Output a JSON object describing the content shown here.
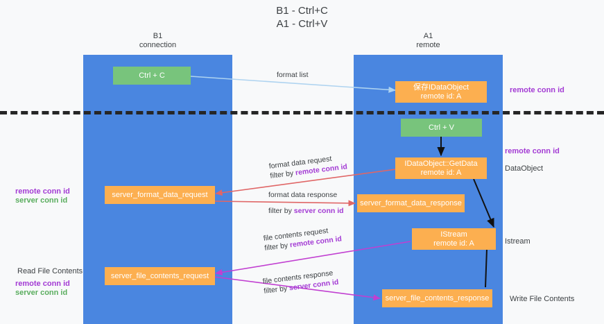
{
  "title": {
    "line1": "B1 - Ctrl+C",
    "line2": "A1 - Ctrl+V"
  },
  "columns": {
    "left": {
      "name": "B1",
      "role": "connection"
    },
    "right": {
      "name": "A1",
      "role": "remote"
    }
  },
  "nodes": {
    "ctrl_c": {
      "label": "Ctrl + C"
    },
    "save_idataobject": {
      "line1": "保存IDataObject",
      "line2": "remote id: A"
    },
    "ctrl_v": {
      "label": "Ctrl + V"
    },
    "idataobject_getdata": {
      "line1": "IDataObject::GetData",
      "line2": "remote id: A"
    },
    "server_format_data_request": {
      "label": "server_format_data_request"
    },
    "server_format_data_response": {
      "label": "server_format_data_response"
    },
    "istream": {
      "line1": "IStream",
      "line2": "remote id: A"
    },
    "server_file_contents_request": {
      "label": "server_file_contents_request"
    },
    "server_file_contents_response": {
      "label": "server_file_contents_response"
    }
  },
  "edges": {
    "format_list": {
      "label": "format list",
      "color": "#aed3f0"
    },
    "format_data_request": {
      "line1": "format data request",
      "line2_prefix": "filter by ",
      "line2_key": "remote conn id",
      "color": "#e06666"
    },
    "format_data_response": {
      "line1": "format data response",
      "line2_prefix": "filter by ",
      "line2_key": "server conn id",
      "color": "#e06666"
    },
    "file_contents_request": {
      "line1": "file contents request",
      "line2_prefix": "filter by ",
      "line2_key": "remote conn id",
      "color": "#c13fd1"
    },
    "file_contents_response": {
      "line1": "file contents response",
      "line2_prefix": "filter by ",
      "line2_key": "server conn id",
      "color": "#c13fd1"
    }
  },
  "annotations": {
    "right_remote_conn_id_top": "remote conn id",
    "right_remote_conn_id_mid": "remote conn id",
    "right_dataobject": "DataObject",
    "right_istream": "Istream",
    "right_write_file_contents": "Write File Contents",
    "left_remote_conn_id_mid": "remote conn id",
    "left_server_conn_id_mid": "server conn id",
    "left_read_file_contents": "Read File Contents",
    "left_remote_conn_id_bottom": "remote conn id",
    "left_server_conn_id_bottom": "server conn id"
  },
  "colors": {
    "lane": "#4a86e0",
    "node_green": "#78c47c",
    "node_orange": "#fcaf50",
    "accent_purple": "#a33bd4",
    "accent_green": "#5aad5e",
    "arrow_red": "#e06666",
    "arrow_magenta": "#c13fd1",
    "arrow_blue": "#aed3f0",
    "divider": "#262626",
    "background": "#f8f9fa"
  }
}
